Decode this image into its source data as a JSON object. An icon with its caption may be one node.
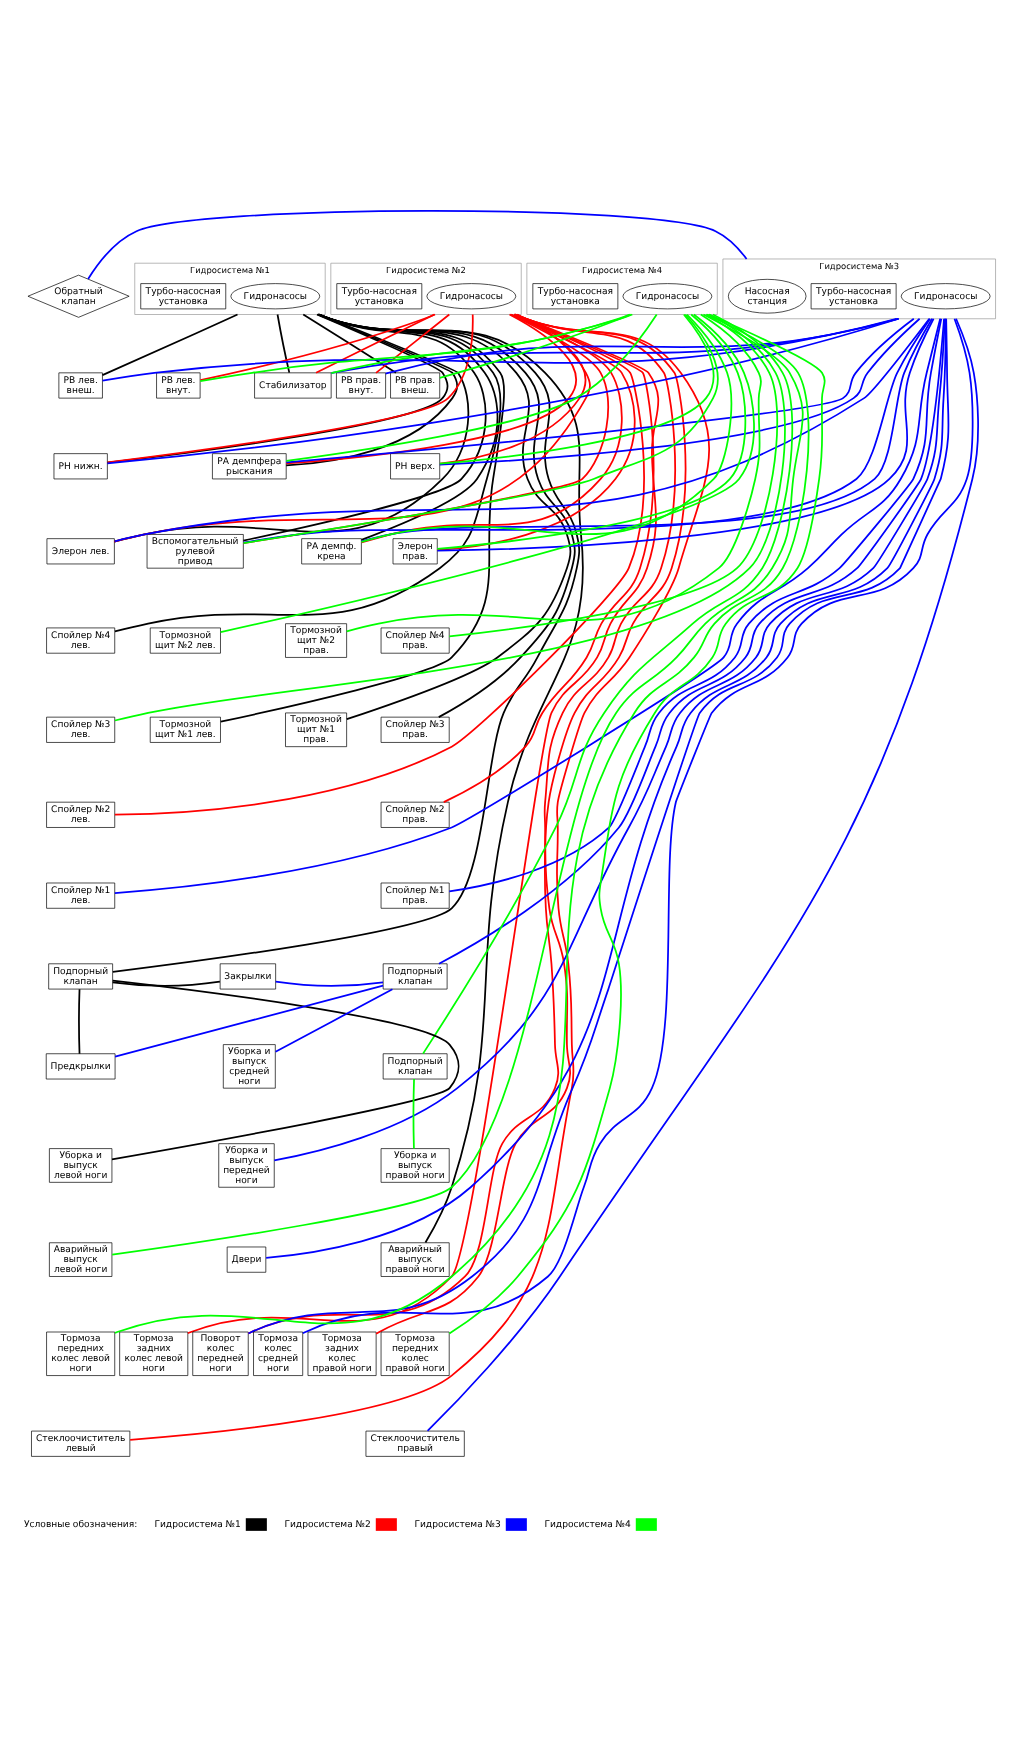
{
  "diagram": {
    "nodes": [
      {
        "text": [
          "Гидросистема №1"
        ]
      },
      {
        "text": [
          "Гидронасосы"
        ],
        "in": 0
      },
      {
        "text": [
          "Турбо-насосная установка"
        ],
        "in": 0
      },
      {
        "text": [
          "Гидросистема №2"
        ]
      },
      {
        "text": [
          "Гидронасосы"
        ],
        "in": 3
      },
      {
        "text": [
          "Турбо-насосная установка"
        ],
        "in": 3
      },
      {
        "text": [
          "Гидросистема №3"
        ]
      },
      {
        "text": [
          "Гидронасосы"
        ],
        "in": 6
      },
      {
        "text": [
          "Турбо-насосная установка"
        ],
        "in": 6
      },
      {
        "text": [
          "Насосная станция"
        ],
        "in": 6
      },
      {
        "text": [
          "Гидросистема №4"
        ]
      },
      {
        "text": [
          "Гидронасосы"
        ],
        "in": 10
      },
      {
        "text": [
          "Турбо-насосная установка"
        ],
        "in": 10
      },
      {
        "text": [
          "Обратный клапан"
        ]
      },
      {
        "text": [
          "РВ лев. внеш."
        ]
      },
      {
        "text": [
          "РВ лев. внут."
        ]
      },
      {
        "text": [
          "Стабилизатор"
        ]
      },
      {
        "text": [
          "РВ прав. внут."
        ]
      },
      {
        "text": [
          "РВ прав. внеш."
        ]
      },
      {
        "text": [
          "РН нижн."
        ]
      },
      {
        "text": [
          "РА демпфера рыскания"
        ]
      },
      {
        "text": [
          "РН верх."
        ]
      },
      {
        "text": [
          "Элерон лев."
        ]
      },
      {
        "text": [
          "Вспомогательный рулевой привод"
        ]
      },
      {
        "text": [
          "РА демпф. крена"
        ]
      },
      {
        "text": [
          "Элерон прав."
        ]
      },
      {
        "text": [
          "Спойлер №4 лев."
        ]
      },
      {
        "text": [
          "Тормозной щит №2 лев."
        ]
      },
      {
        "text": [
          "Тормозной щит №2 прав."
        ]
      },
      {
        "text": [
          "Спойлер №4 прав."
        ]
      },
      {
        "text": [
          "Спойлер №3 лев."
        ]
      },
      {
        "text": [
          "Тормозной щит №1 лев."
        ]
      },
      {
        "text": [
          "Тормозной щит №1 прав."
        ]
      },
      {
        "text": [
          "Спойлер №3 прав."
        ]
      },
      {
        "text": [
          "Спойлер №2 лев."
        ]
      },
      {
        "text": [
          "Спойлер №2 прав."
        ]
      },
      {
        "text": [
          "Спойлер №1 лев."
        ]
      },
      {
        "text": [
          "Спойлер №1 прав."
        ]
      },
      {
        "text": [
          "Подпорный клапан"
        ]
      },
      {
        "text": [
          "Закрылки"
        ]
      },
      {
        "text": [
          "Предкрылки"
        ]
      },
      {
        "text": [
          "Подпорный клапан"
        ]
      },
      {
        "text": [
          "Уборка и выпуск средней ноги"
        ]
      },
      {
        "text": [
          "Подпорный клапан"
        ]
      },
      {
        "text": [
          "Уборка и выпуск левой ноги"
        ]
      },
      {
        "text": [
          "Уборка и выпуск передней ноги"
        ]
      },
      {
        "text": [
          "Уборка и выпуск правой ноги"
        ]
      },
      {
        "text": [
          "Аварийный выпуск левой ноги"
        ]
      },
      {
        "text": [
          "Двери"
        ]
      },
      {
        "text": [
          "Аварийный выпуск правой ноги"
        ]
      },
      {
        "text": [
          "Тормоза передних колес левой ноги"
        ]
      },
      {
        "text": [
          "Тормоза задних колес левой ноги"
        ]
      },
      {
        "text": [
          "Поворот колес передней ноги"
        ]
      },
      {
        "text": [
          "Тормоза колес средней ноги"
        ]
      },
      {
        "text": [
          "Тормоза задних колес правой ноги"
        ]
      },
      {
        "text": [
          "Тормоза передних колес правой ноги"
        ]
      },
      {
        "text": [
          "Стеклоочиститель левый"
        ]
      },
      {
        "text": [
          "Стеклоочиститель правый"
        ]
      }
    ],
    "edges": [
      {
        "from": 1,
        "to": 14,
        "arrow": "none",
        "color": "#000000"
      },
      {
        "from": 1,
        "to": 16,
        "arrow": "none",
        "color": "#000000"
      },
      {
        "from": 1,
        "to": 19,
        "arrow": "none",
        "color": "#000000"
      },
      {
        "from": 1,
        "to": 20,
        "arrow": "none",
        "color": "#000000"
      },
      {
        "from": 1,
        "to": 18,
        "arrow": "none",
        "color": "#000000"
      },
      {
        "from": 1,
        "to": 22,
        "arrow": "none",
        "color": "#000000"
      },
      {
        "from": 1,
        "to": 23,
        "arrow": "none",
        "color": "#000000"
      },
      {
        "from": 1,
        "to": 24,
        "arrow": "none",
        "color": "#000000"
      },
      {
        "from": 1,
        "to": 26,
        "arrow": "none",
        "color": "#000000"
      },
      {
        "from": 1,
        "to": 31,
        "arrow": "none",
        "color": "#000000"
      },
      {
        "from": 1,
        "to": 32,
        "arrow": "none",
        "color": "#000000"
      },
      {
        "from": 1,
        "to": 33,
        "arrow": "none",
        "color": "#000000"
      },
      {
        "from": 1,
        "to": 38,
        "arrow": "none",
        "color": "#000000"
      },
      {
        "from": 1,
        "to": 49,
        "arrow": "none",
        "color": "#000000"
      },
      {
        "from": 38,
        "to": 39,
        "arrow": "none",
        "color": "#000000"
      },
      {
        "from": 38,
        "to": 40,
        "arrow": "none",
        "color": "#000000"
      },
      {
        "from": 38,
        "to": 44,
        "arrow": "none",
        "color": "#000000"
      },
      {
        "from": 4,
        "to": 16,
        "arrow": "none",
        "color": "#ff0000"
      },
      {
        "from": 4,
        "to": 15,
        "arrow": "none",
        "color": "#ff0000"
      },
      {
        "from": 4,
        "to": 19,
        "arrow": "none",
        "color": "#ff0000"
      },
      {
        "from": 4,
        "to": 20,
        "arrow": "none",
        "color": "#ff0000"
      },
      {
        "from": 4,
        "to": 21,
        "arrow": "none",
        "color": "#ff0000"
      },
      {
        "from": 4,
        "to": 17,
        "arrow": "none",
        "color": "#ff0000"
      },
      {
        "from": 4,
        "to": 22,
        "arrow": "none",
        "color": "#ff0000"
      },
      {
        "from": 4,
        "to": 23,
        "arrow": "none",
        "color": "#ff0000"
      },
      {
        "from": 4,
        "to": 24,
        "arrow": "none",
        "color": "#ff0000"
      },
      {
        "from": 4,
        "to": 25,
        "arrow": "none",
        "color": "#ff0000"
      },
      {
        "from": 4,
        "to": 34,
        "arrow": "none",
        "color": "#ff0000"
      },
      {
        "from": 4,
        "to": 35,
        "arrow": "none",
        "color": "#ff0000"
      },
      {
        "from": 4,
        "to": 52,
        "arrow": "none",
        "color": "#ff0000"
      },
      {
        "from": 4,
        "to": 56,
        "arrow": "none",
        "color": "#ff0000"
      },
      {
        "from": 4,
        "to": 51,
        "arrow": "none",
        "color": "#ff0000"
      },
      {
        "from": 4,
        "to": 54,
        "arrow": "none",
        "color": "#ff0000"
      },
      {
        "from": 9,
        "to": 13,
        "arrow": "none",
        "color": "#0000ff"
      },
      {
        "from": 7,
        "to": 16,
        "arrow": "none",
        "color": "#0000ff"
      },
      {
        "from": 7,
        "to": 14,
        "arrow": "none",
        "color": "#0000ff"
      },
      {
        "from": 7,
        "to": 19,
        "arrow": "none",
        "color": "#0000ff"
      },
      {
        "from": 7,
        "to": 20,
        "arrow": "none",
        "color": "#0000ff"
      },
      {
        "from": 7,
        "to": 21,
        "arrow": "none",
        "color": "#0000ff"
      },
      {
        "from": 7,
        "to": 17,
        "arrow": "none",
        "color": "#0000ff"
      },
      {
        "from": 7,
        "to": 22,
        "arrow": "none",
        "color": "#0000ff"
      },
      {
        "from": 7,
        "to": 23,
        "arrow": "none",
        "color": "#0000ff"
      },
      {
        "from": 7,
        "to": 24,
        "arrow": "none",
        "color": "#0000ff"
      },
      {
        "from": 7,
        "to": 25,
        "arrow": "none",
        "color": "#0000ff"
      },
      {
        "from": 7,
        "to": 36,
        "arrow": "none",
        "color": "#0000ff"
      },
      {
        "from": 7,
        "to": 37,
        "arrow": "none",
        "color": "#0000ff"
      },
      {
        "from": 7,
        "to": 41,
        "arrow": "none",
        "color": "#0000ff"
      },
      {
        "from": 7,
        "to": 45,
        "arrow": "none",
        "color": "#0000ff"
      },
      {
        "from": 7,
        "to": 48,
        "arrow": "none",
        "color": "#0000ff"
      },
      {
        "from": 7,
        "to": 52,
        "arrow": "none",
        "color": "#0000ff"
      },
      {
        "from": 7,
        "to": 53,
        "arrow": "none",
        "color": "#0000ff"
      },
      {
        "from": 7,
        "to": 57,
        "arrow": "none",
        "color": "#0000ff"
      },
      {
        "from": 41,
        "to": 39,
        "arrow": "none",
        "color": "#0000ff"
      },
      {
        "from": 41,
        "to": 40,
        "arrow": "none",
        "color": "#0000ff"
      },
      {
        "from": 41,
        "to": 42,
        "arrow": "none",
        "color": "#0000ff"
      },
      {
        "from": 11,
        "to": 16,
        "arrow": "none",
        "color": "#00ff00"
      },
      {
        "from": 11,
        "to": 15,
        "arrow": "none",
        "color": "#00ff00"
      },
      {
        "from": 11,
        "to": 20,
        "arrow": "none",
        "color": "#00ff00"
      },
      {
        "from": 11,
        "to": 21,
        "arrow": "none",
        "color": "#00ff00"
      },
      {
        "from": 11,
        "to": 18,
        "arrow": "none",
        "color": "#00ff00"
      },
      {
        "from": 11,
        "to": 23,
        "arrow": "none",
        "color": "#00ff00"
      },
      {
        "from": 11,
        "to": 24,
        "arrow": "none",
        "color": "#00ff00"
      },
      {
        "from": 11,
        "to": 25,
        "arrow": "none",
        "color": "#00ff00"
      },
      {
        "from": 11,
        "to": 27,
        "arrow": "none",
        "color": "#00ff00"
      },
      {
        "from": 11,
        "to": 28,
        "arrow": "none",
        "color": "#00ff00"
      },
      {
        "from": 11,
        "to": 30,
        "arrow": "none",
        "color": "#00ff00"
      },
      {
        "from": 11,
        "to": 29,
        "arrow": "none",
        "color": "#00ff00"
      },
      {
        "from": 11,
        "to": 47,
        "arrow": "none",
        "color": "#00ff00"
      },
      {
        "from": 11,
        "to": 43,
        "arrow": "none",
        "color": "#00ff00"
      },
      {
        "from": 11,
        "to": 50,
        "arrow": "none",
        "color": "#00ff00"
      },
      {
        "from": 11,
        "to": 55,
        "arrow": "none",
        "color": "#00ff00"
      },
      {
        "from": 43,
        "to": 46,
        "arrow": "none",
        "color": "#00ff00"
      }
    ],
    "labels": [
      "Условные обозначения:"
    ],
    "legend": [
      {
        "text": "Гидросистема №1",
        "color": "#000000"
      },
      {
        "text": "Гидросистема №2",
        "color": "#ff0000"
      },
      {
        "text": "Гидросистема №3",
        "color": "#0000ff"
      },
      {
        "text": "Гидросистема №4",
        "color": "#00ff00"
      }
    ]
  }
}
